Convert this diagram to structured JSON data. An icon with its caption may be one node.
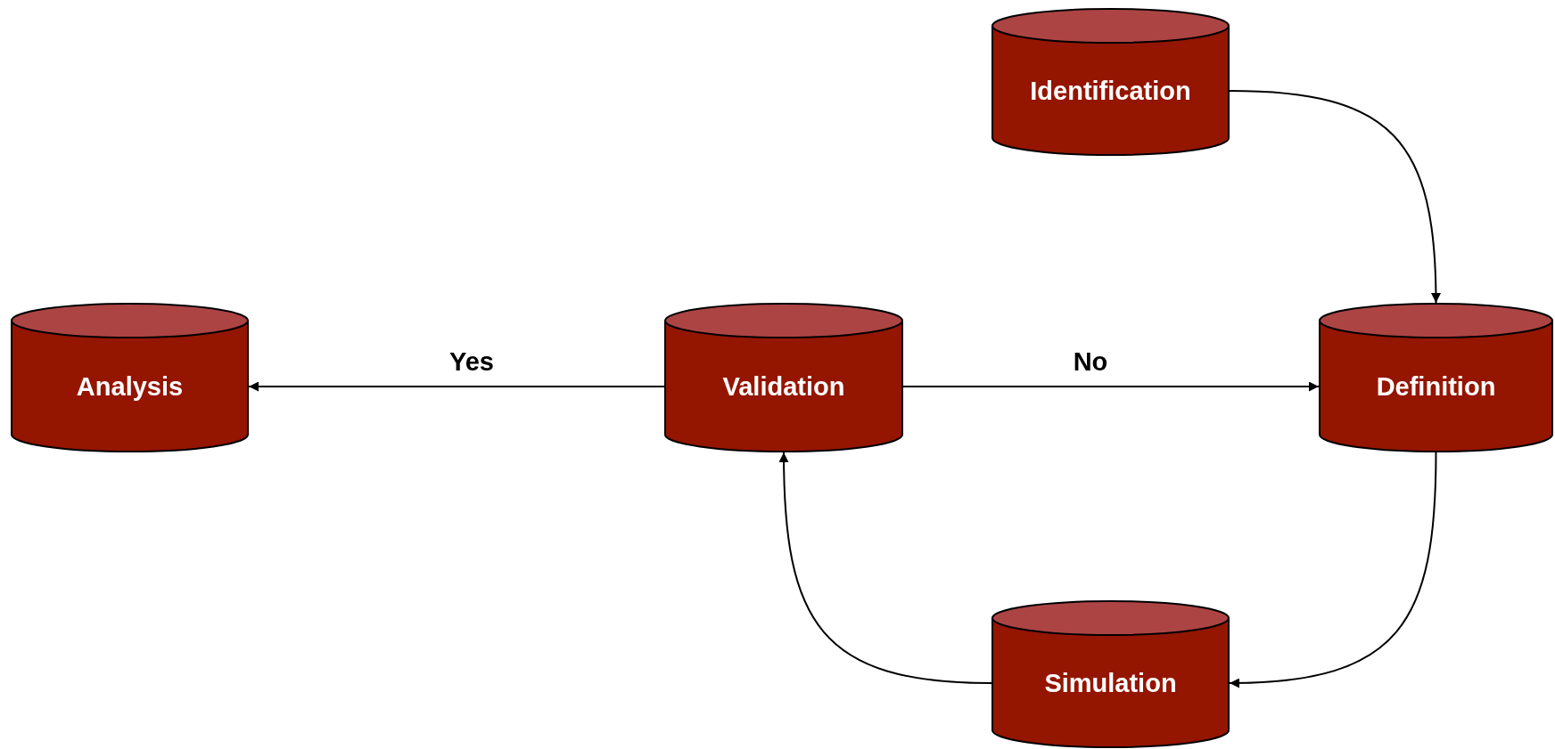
{
  "diagram": {
    "nodes": [
      {
        "text": [
          "Identification"
        ]
      },
      {
        "text": [
          "Analysis"
        ]
      },
      {
        "text": [
          "Validation"
        ]
      },
      {
        "text": [
          "Definition"
        ]
      },
      {
        "text": [
          "Simulation"
        ]
      }
    ],
    "edges": [
      {
        "from": 0,
        "to": 3,
        "arrow": "to"
      },
      {
        "from": 2,
        "to": 3,
        "arrow": "to",
        "label": "No"
      },
      {
        "from": 2,
        "to": 1,
        "arrow": "to",
        "label": "Yes"
      },
      {
        "from": 3,
        "to": 4,
        "arrow": "to"
      },
      {
        "from": 4,
        "to": 2,
        "arrow": "to"
      }
    ]
  }
}
